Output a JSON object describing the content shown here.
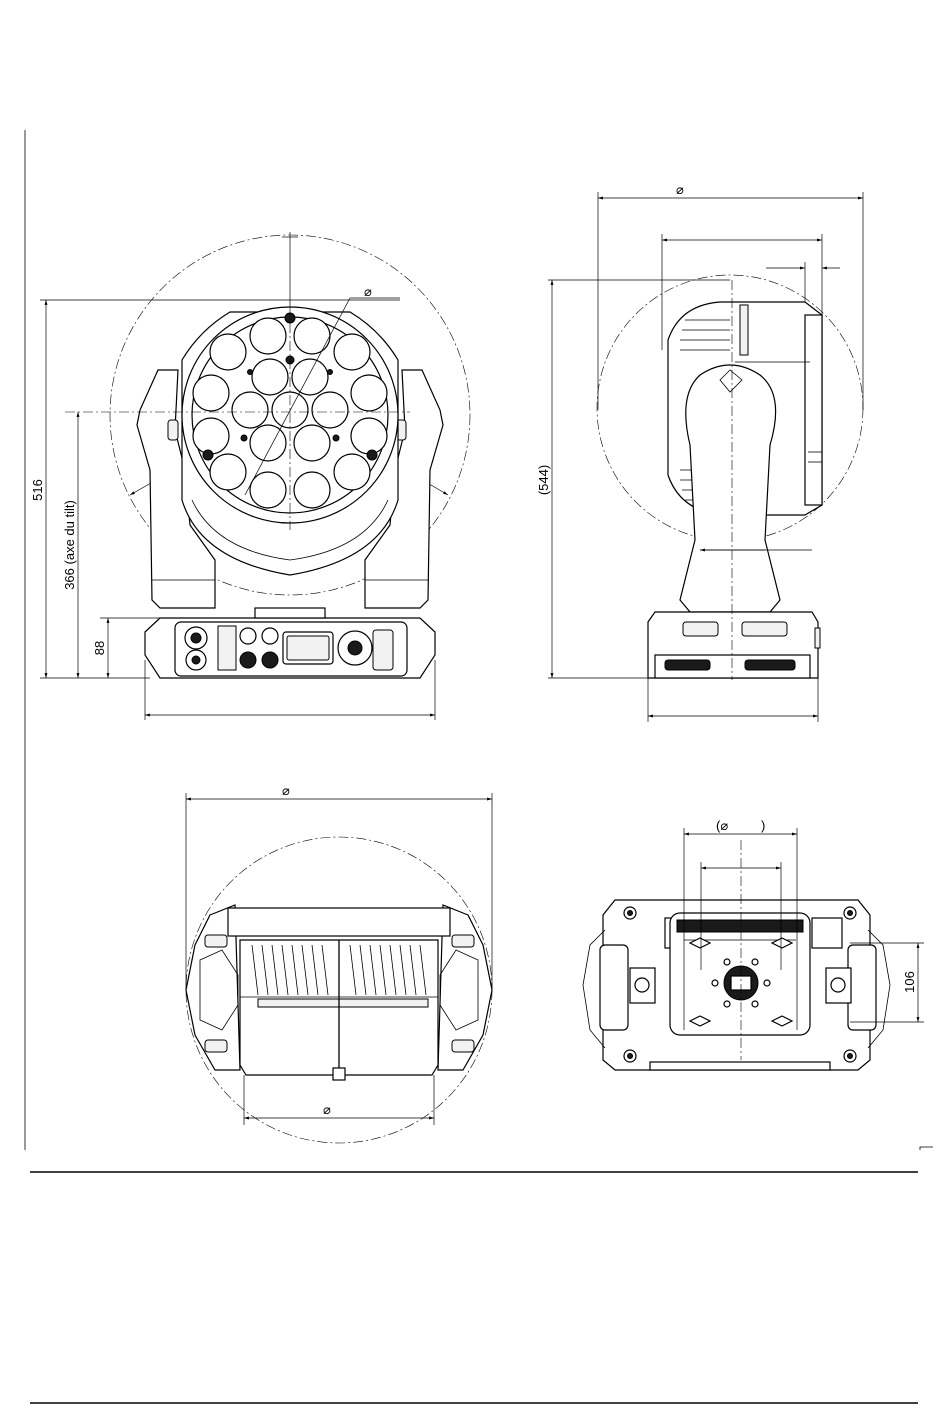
{
  "drawing": {
    "views": {
      "front": {
        "dim_total_height": "516",
        "dim_tilt_axis": "366 (axe du tilt)",
        "dim_base_height": "88",
        "dim_lens_diameter_symbol": "⌀"
      },
      "side": {
        "dim_swing_diameter_symbol": "⌀",
        "dim_height": "(544)"
      },
      "top": {
        "dim_swing_diameter_symbol": "⌀",
        "dim_head_diameter_symbol": "⌀"
      },
      "bottom": {
        "dim_mount_diameter_open": "(⌀",
        "dim_mount_diameter_close": ")",
        "dim_depth": "106"
      }
    }
  }
}
